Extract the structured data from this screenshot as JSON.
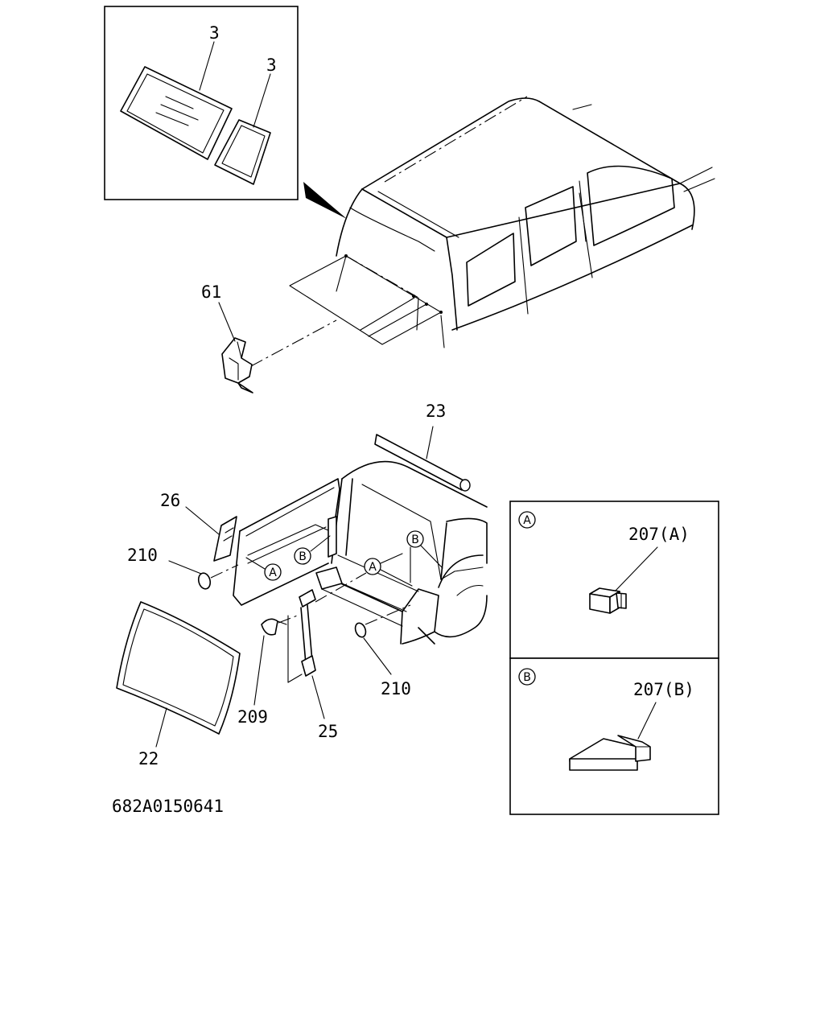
{
  "callouts": {
    "p3a": "3",
    "p3b": "3",
    "p61": "61",
    "p23": "23",
    "p26": "26",
    "p210_left": "210",
    "p210_right": "210",
    "p209": "209",
    "p25": "25",
    "p22": "22"
  },
  "markers": {
    "a": "A",
    "b": "B"
  },
  "detail_a": {
    "marker": "A",
    "part_label": "207(A)"
  },
  "detail_b": {
    "marker": "B",
    "part_label": "207(B)"
  },
  "diagram_code": "682A0150641"
}
